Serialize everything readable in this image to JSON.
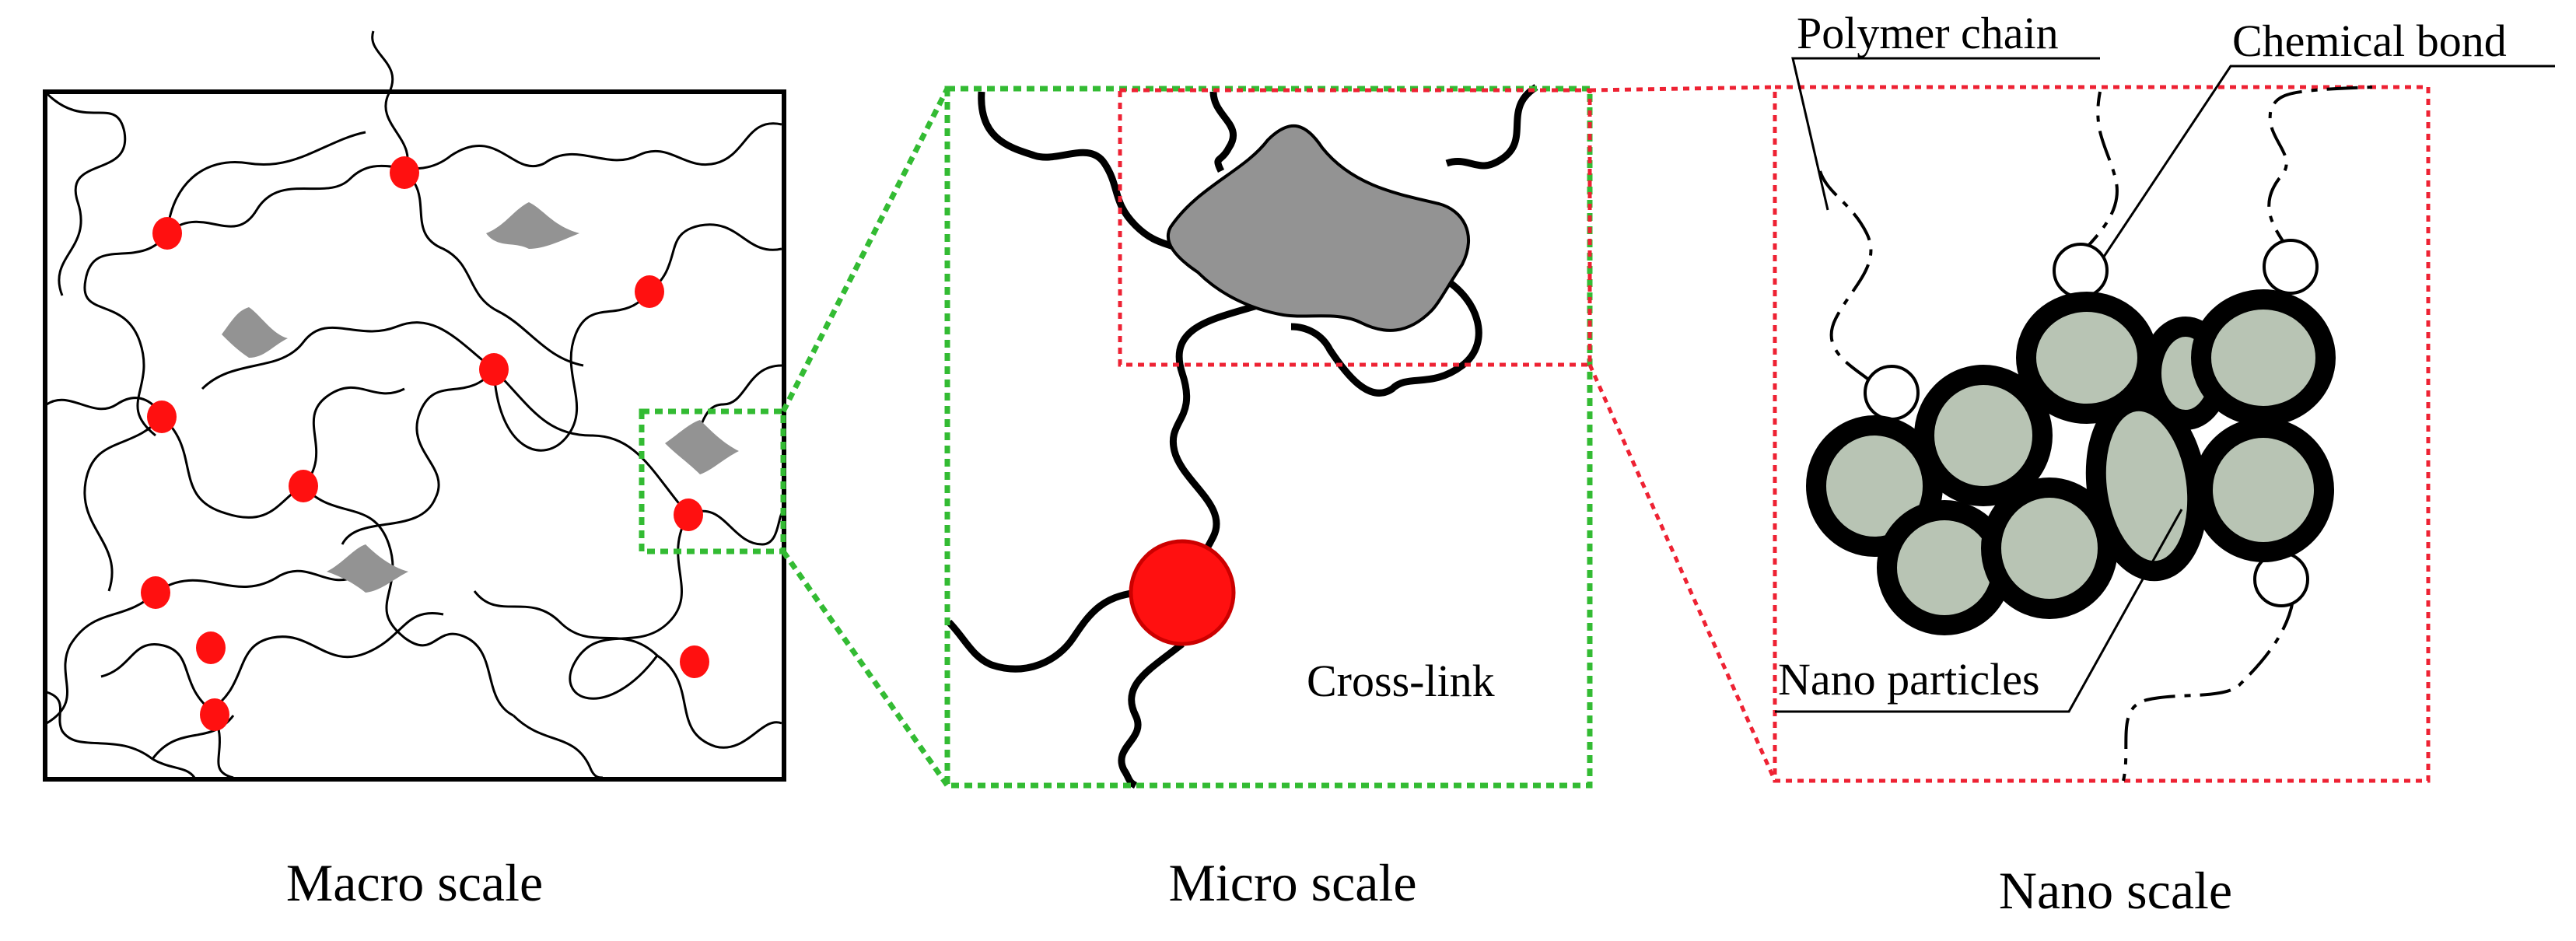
{
  "panels": {
    "macro": {
      "caption": "Macro scale"
    },
    "micro": {
      "caption": "Micro scale",
      "crosslink_label": "Cross-link"
    },
    "nano": {
      "caption": "Nano scale",
      "polymer_chain_label": "Polymer chain",
      "chemical_bond_label": "Chemical bond",
      "nano_particles_label": "Nano particles"
    }
  },
  "colors": {
    "crosslink": "#ff1010",
    "filler": "#939393",
    "particle_fill": "#b8c4b4",
    "particle_ring": "#000000",
    "zoom_micro": "#33bb33",
    "zoom_nano": "#ee2233"
  }
}
